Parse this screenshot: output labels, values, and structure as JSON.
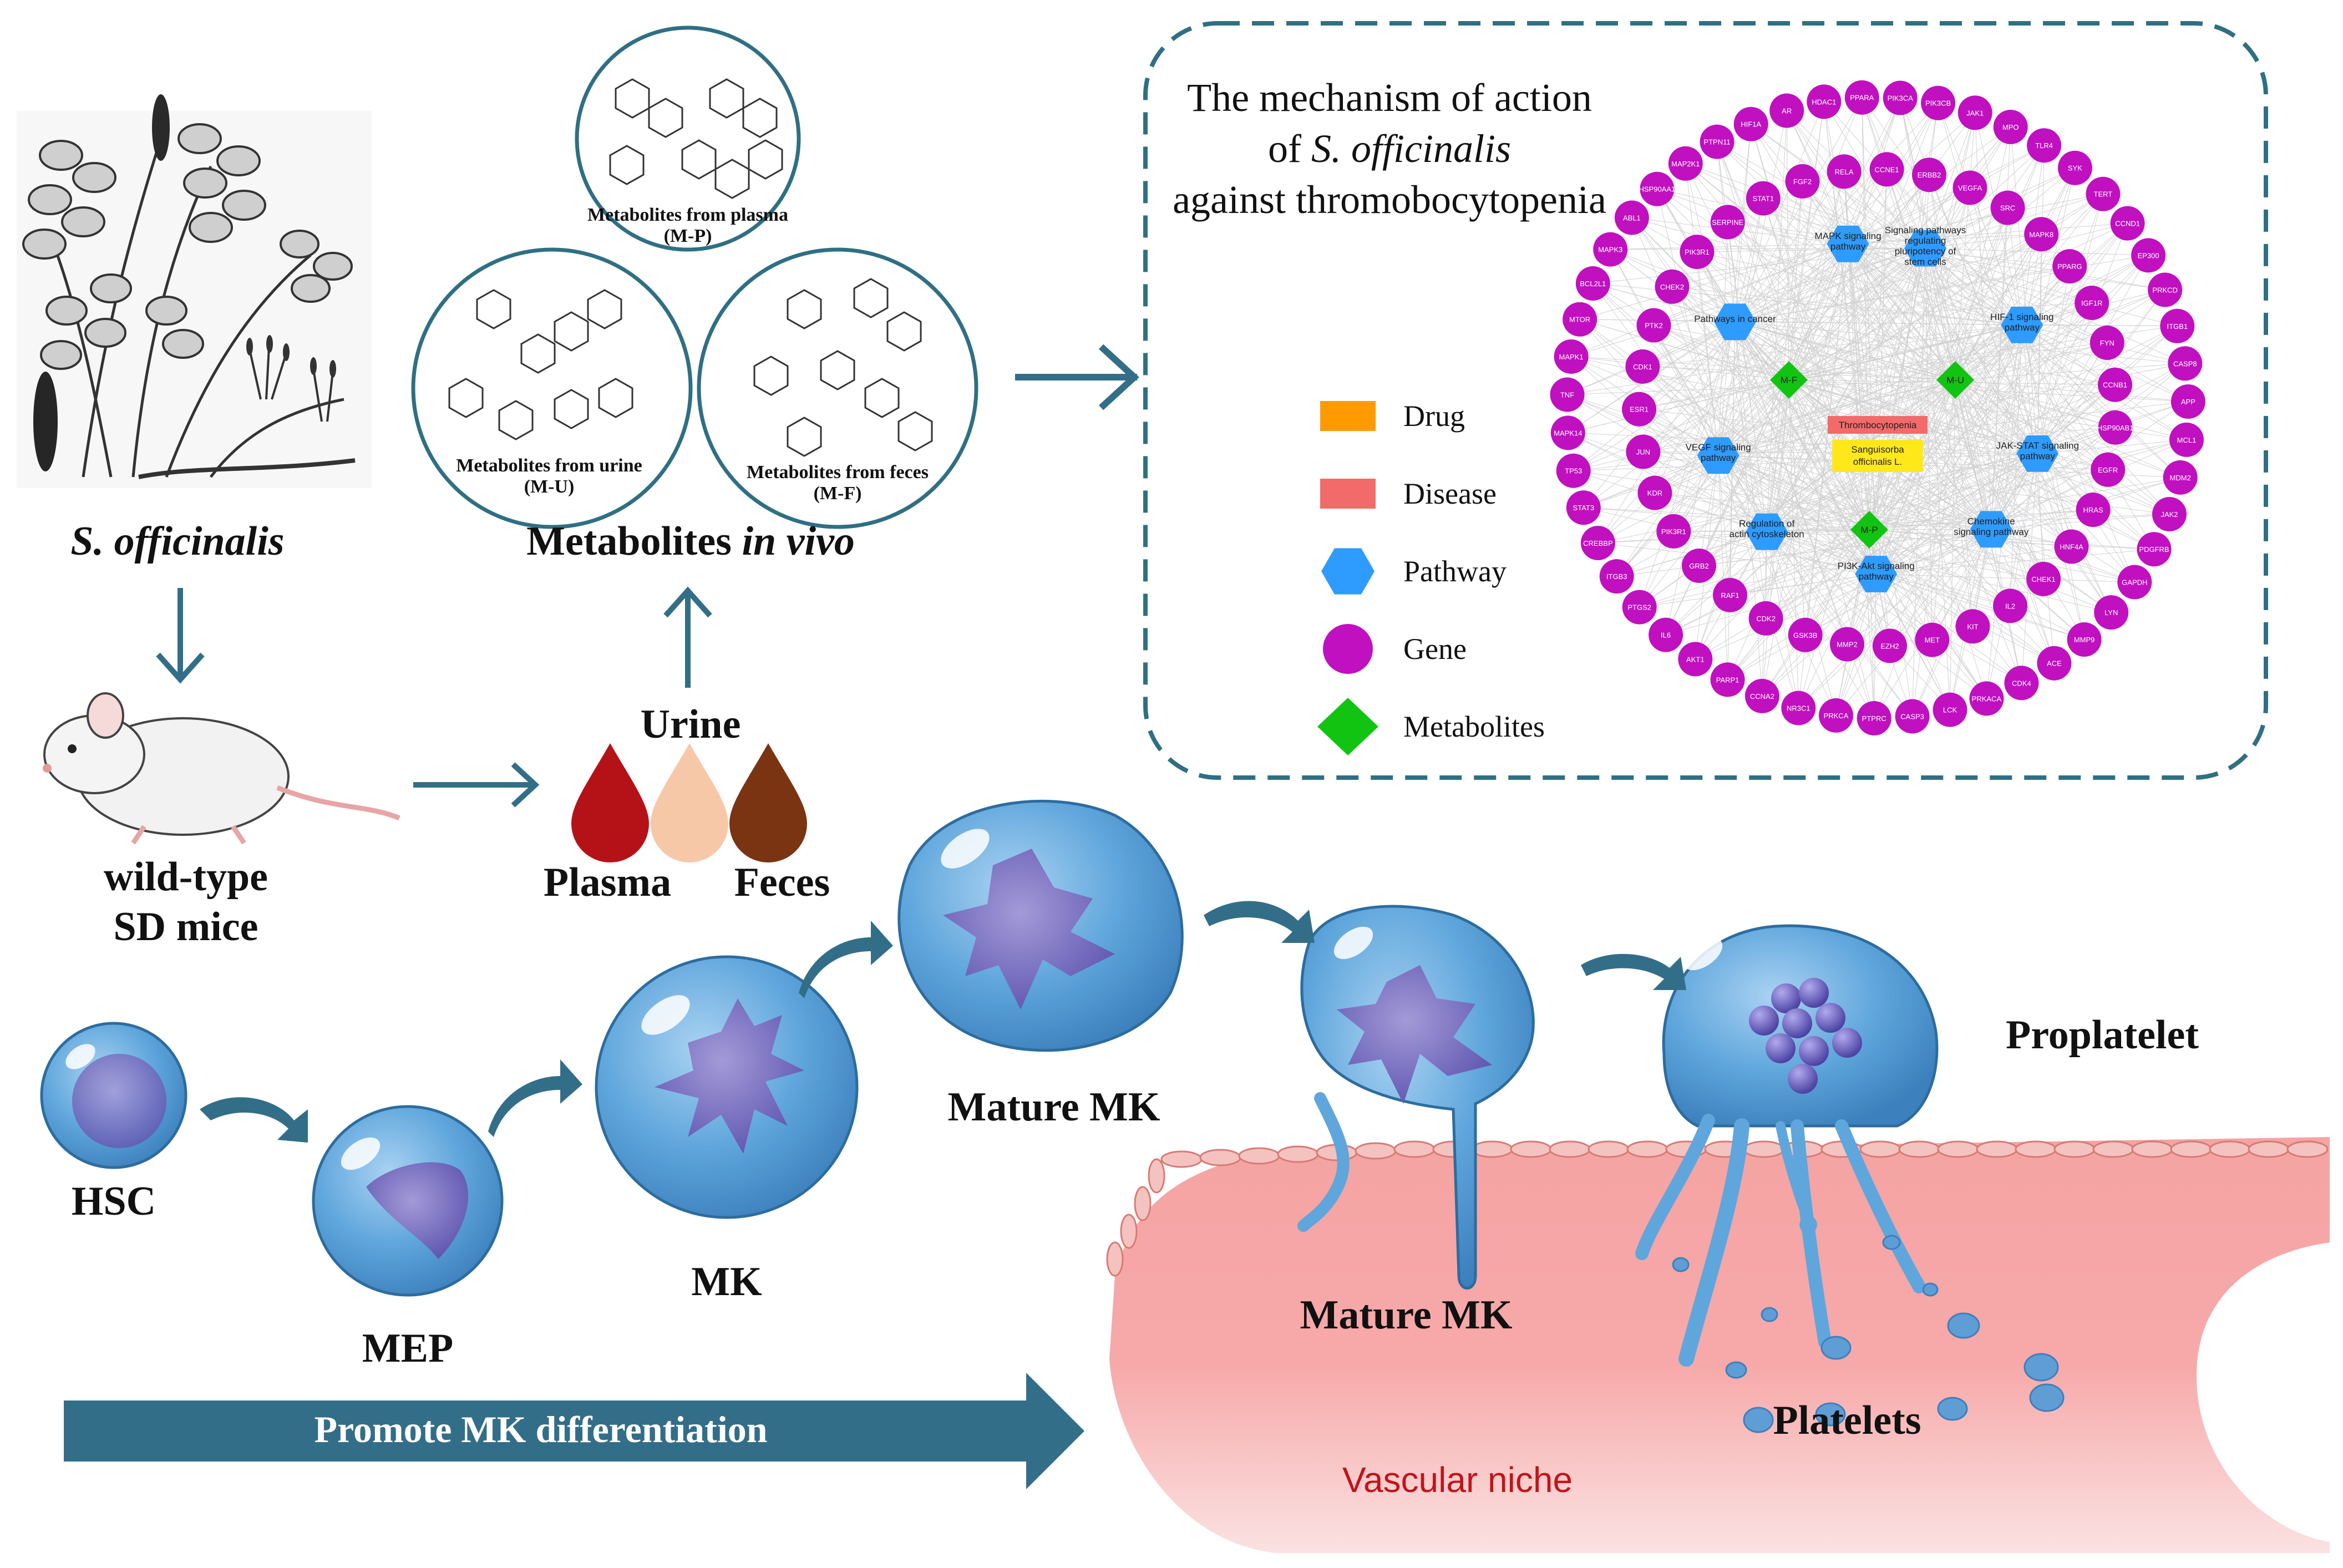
{
  "plant": {
    "label": "S. officinalis"
  },
  "metabolites": {
    "heading_prefix": "Metabolites ",
    "heading_italic": "in vivo",
    "plasma": {
      "line1": "Metabolites from plasma",
      "line2": "(M-P)"
    },
    "urine": {
      "line1": "Metabolites from urine",
      "line2": "(M-U)"
    },
    "feces": {
      "line1": "Metabolites from feces",
      "line2": "(M-F)"
    }
  },
  "mice": {
    "line1": "wild-type",
    "line2": "SD mice"
  },
  "samples": {
    "urine": "Urine",
    "plasma": "Plasma",
    "feces": "Feces"
  },
  "mechanism": {
    "title_line1": "The mechanism of action",
    "title_line2_prefix": "of ",
    "title_line2_italic": "S. officinalis",
    "title_line3": "against thromobocytopenia"
  },
  "legend": [
    {
      "label": "Drug",
      "shape": "rect",
      "color": "#FF9A00"
    },
    {
      "label": "Disease",
      "shape": "rect",
      "color": "#F36A6A"
    },
    {
      "label": "Pathway",
      "shape": "hexagon",
      "color": "#2E9BFF"
    },
    {
      "label": "Gene",
      "shape": "circle",
      "color": "#C010C0"
    },
    {
      "label": "Metabolites",
      "shape": "diamond",
      "color": "#12C412"
    }
  ],
  "network": {
    "outer_genes": [
      "HIF1A",
      "AR",
      "HDAC1",
      "PPARA",
      "PIK3CA",
      "PIK3CB",
      "JAK1",
      "MPO",
      "TLR4",
      "SYK",
      "TERT",
      "CCND1",
      "EP300",
      "PRKCD",
      "ITGB1",
      "CASP8",
      "APP",
      "MCL1",
      "MDM2",
      "JAK2",
      "PDGFRB",
      "GAPDH",
      "LYN",
      "MMP9",
      "ACE",
      "CDK4",
      "PRKACA",
      "LCK",
      "CASP3",
      "PTPRC",
      "PRKCA",
      "NR3C1",
      "CCNA2",
      "PARP1",
      "AKT1",
      "IL6",
      "PTGS2",
      "ITGB3",
      "CREBBP",
      "STAT3",
      "TP53",
      "MAPK14",
      "TNF",
      "MAPK1",
      "MTOR",
      "BCL2L1",
      "MAPK3",
      "ABL1",
      "HSP90AA1",
      "MAP2K1",
      "PTPN11"
    ],
    "inner_genes": [
      "STAT1",
      "FGF2",
      "RELA",
      "CCNE1",
      "ERBB2",
      "VEGFA",
      "SRC",
      "MAPK8",
      "PPARG",
      "IGF1R",
      "FYN",
      "CCNB1",
      "HSP90AB1",
      "EGFR",
      "HRAS",
      "HNF4A",
      "CHEK1",
      "IL2",
      "KIT",
      "MET",
      "EZH2",
      "MMP2",
      "GSK3B",
      "CDK2",
      "RAF1",
      "GRB2",
      "PIK3R1",
      "KDR",
      "JUN",
      "ESR1",
      "CDK1",
      "PTK2",
      "CHEK2",
      "PIK3R1",
      "SERPINE"
    ],
    "pathways": [
      "MAPK signaling pathway",
      "Signaling pathways regulating pluripotency of stem cells",
      "HIF-1 signaling pathway",
      "JAK-STAT signaling pathway",
      "Chemokine signaling pathway",
      "PI3K-Akt signaling pathway",
      "Regulation of actin cytoskeleton",
      "VEGF signaling pathway",
      "Pathways in cancer"
    ],
    "metabolite_nodes": [
      "M-F",
      "M-U",
      "M-P"
    ],
    "disease_node": "Thrombocytopenia",
    "drug_node": "Sanguisorba officinalis L."
  },
  "cells": {
    "hsc": "HSC",
    "mep": "MEP",
    "mk": "MK",
    "mature_mk": "Mature MK",
    "mature_mk_niche": "Mature MK",
    "proplatelet": "Proplatelet",
    "platelets": "Platelets"
  },
  "promote_label": "Promote MK differentiation",
  "niche_label": "Vascular niche"
}
